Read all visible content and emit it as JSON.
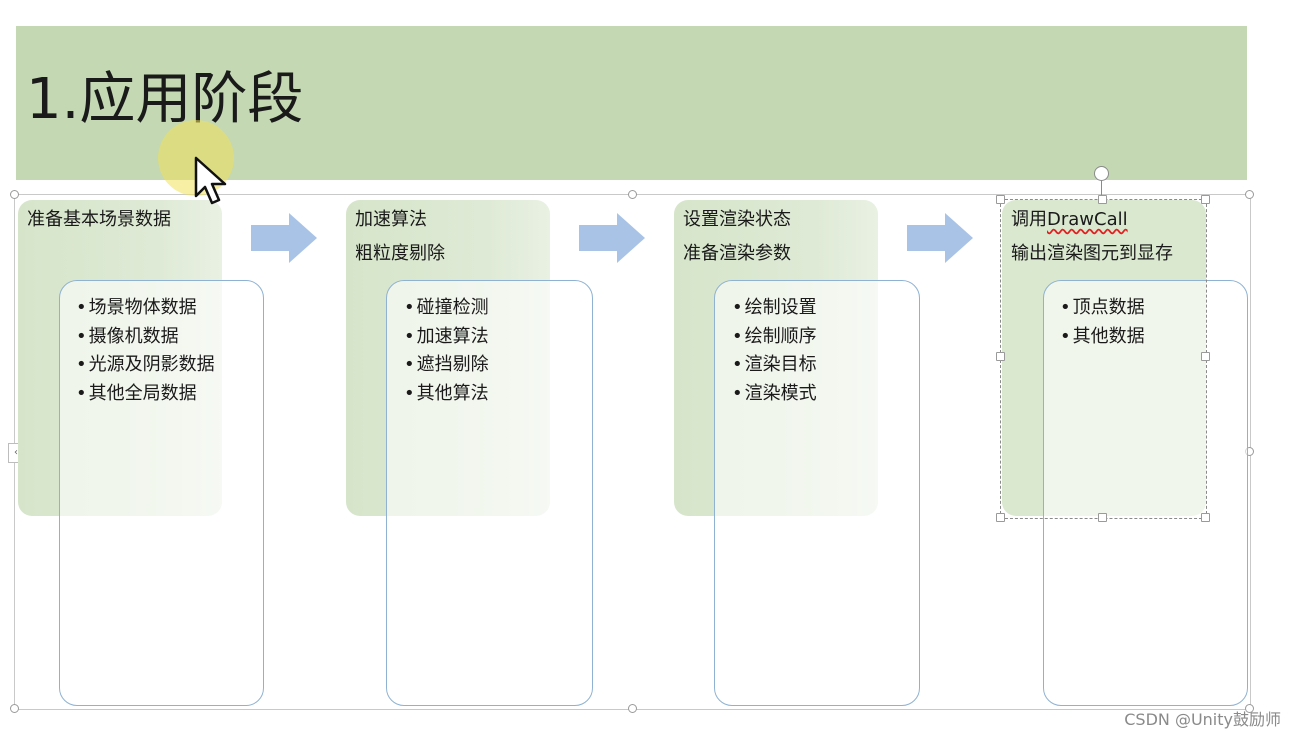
{
  "slide": {
    "title": "1.应用阶段",
    "stages": [
      {
        "labels": [
          "准备基本场景数据"
        ],
        "bullets": [
          "场景物体数据",
          "摄像机数据",
          "光源及阴影数据",
          "其他全局数据"
        ]
      },
      {
        "labels": [
          "加速算法",
          "粗粒度剔除"
        ],
        "bullets": [
          "碰撞检测",
          "加速算法",
          "遮挡剔除",
          "其他算法"
        ]
      },
      {
        "labels": [
          "设置渲染状态",
          "准备渲染参数"
        ],
        "bullets": [
          "绘制设置",
          "绘制顺序",
          "渲染目标",
          "渲染模式"
        ]
      },
      {
        "label_prefix": "调用",
        "label_word": "DrawCall",
        "label_2": "输出渲染图元到显存",
        "bullets": [
          "顶点数据",
          "其他数据"
        ]
      }
    ]
  },
  "colors": {
    "title_band": "#c3d8b3",
    "stage_card": "#dbe8d0",
    "bullet_card_border": "#8fb2d2",
    "arrow": "#a9c3e6"
  },
  "icons": [
    "mouse-pointer-icon",
    "arrow-right-icon",
    "rotate-handle-icon",
    "chevron-left-icon"
  ],
  "watermark": "CSDN @Unity鼓励师"
}
